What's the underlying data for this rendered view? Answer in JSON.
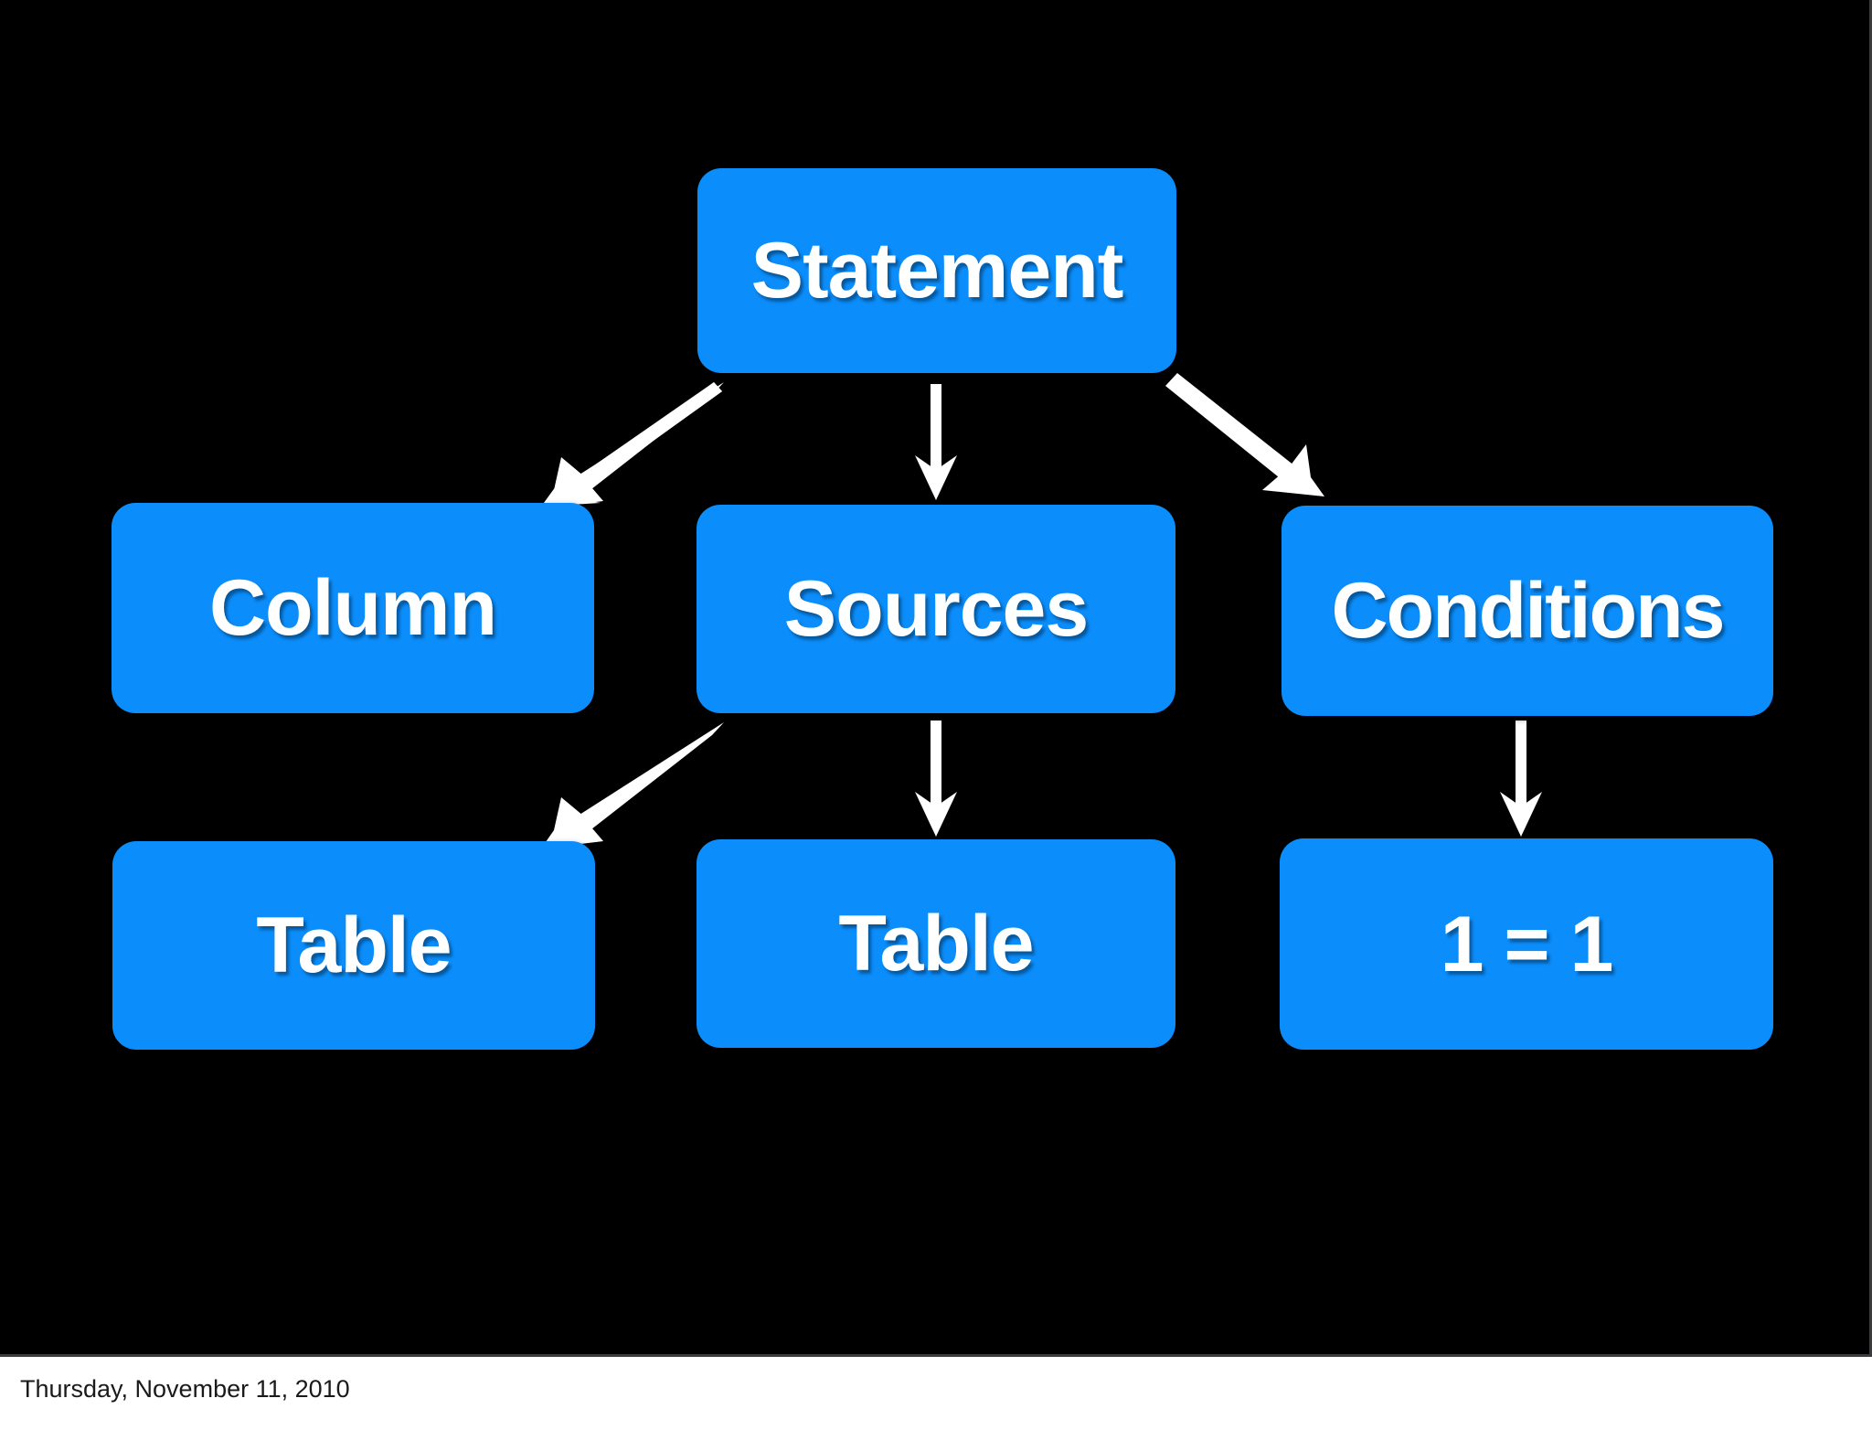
{
  "slide": {
    "background_color": "#000000",
    "node_color": "#0b8dfb",
    "node_text_color": "#ffffff",
    "arrow_color": "#ffffff",
    "footer_background_color": "#ffffff",
    "footer_text_color": "#1a1a1a"
  },
  "diagram": {
    "type": "tree",
    "title": "",
    "nodes": [
      {
        "id": "statement",
        "label": "Statement",
        "level": 0
      },
      {
        "id": "column",
        "label": "Column",
        "level": 1
      },
      {
        "id": "sources",
        "label": "Sources",
        "level": 1
      },
      {
        "id": "conditions",
        "label": "Conditions",
        "level": 1
      },
      {
        "id": "table_left",
        "label": "Table",
        "level": 2
      },
      {
        "id": "table_mid",
        "label": "Table",
        "level": 2
      },
      {
        "id": "one_eq_one",
        "label": "1 = 1",
        "level": 2
      }
    ],
    "edges": [
      {
        "from": "statement",
        "to": "column",
        "style": "arrow-diagonal-left"
      },
      {
        "from": "statement",
        "to": "sources",
        "style": "arrow-vertical"
      },
      {
        "from": "statement",
        "to": "conditions",
        "style": "arrow-diagonal-right"
      },
      {
        "from": "sources",
        "to": "table_left",
        "style": "arrow-diagonal-left"
      },
      {
        "from": "sources",
        "to": "table_mid",
        "style": "arrow-vertical"
      },
      {
        "from": "conditions",
        "to": "one_eq_one",
        "style": "arrow-vertical"
      }
    ]
  },
  "footer": {
    "date": "Thursday, November 11, 2010"
  }
}
